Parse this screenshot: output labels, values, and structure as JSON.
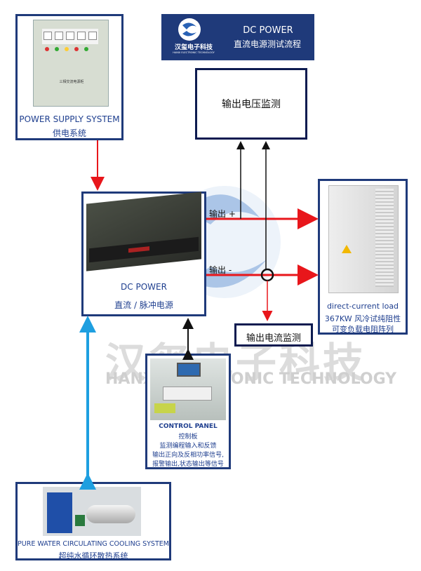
{
  "header": {
    "logo_text": "汉玺电子科技",
    "logo_subtext": "HANXI ELECTRONIC TECHNOLOGY",
    "title_en": "DC POWER",
    "title_cn": "直流电源测试流程"
  },
  "power_supply": {
    "label_en": "POWER SUPPLY SYSTEM",
    "label_cn": "供电系统",
    "cabinet_text": "三相交流电源柜"
  },
  "voltage_monitor": {
    "label": "输出电压监测"
  },
  "dc_power": {
    "label_en": "DC POWER",
    "label_cn": "直流 / 脉冲电源"
  },
  "output_plus": "输出 +",
  "output_minus": "输出 -",
  "current_monitor": {
    "label": "输出电流监测"
  },
  "load": {
    "label_en": "direct-current load",
    "label_cn_1": "367KW 风冷试纯阻性",
    "label_cn_2": "可变负载电阻阵列"
  },
  "watermark": {
    "cn": "汉玺电子科技",
    "en": "HANXI ELECTRONIC TECHNOLOGY"
  },
  "control_panel": {
    "label_en": "CONTROL PANEL",
    "label_cn": "控制板",
    "desc_1": "监测编程输入和反馈",
    "desc_2": "输出正向及反相功率信号,",
    "desc_3": "报警输出,状态输出等信号"
  },
  "cooling": {
    "label_en": "PURE WATER CIRCULATING COOLING SYSTEM",
    "label_cn": "超纯水循环散热系统"
  },
  "colors": {
    "frame": "#1f3a7a",
    "text_blue": "#1f3f8f",
    "red_arrow": "#e8161b",
    "cyan_arrow": "#1e9fe0",
    "header_bg": "#1f3a7a"
  }
}
